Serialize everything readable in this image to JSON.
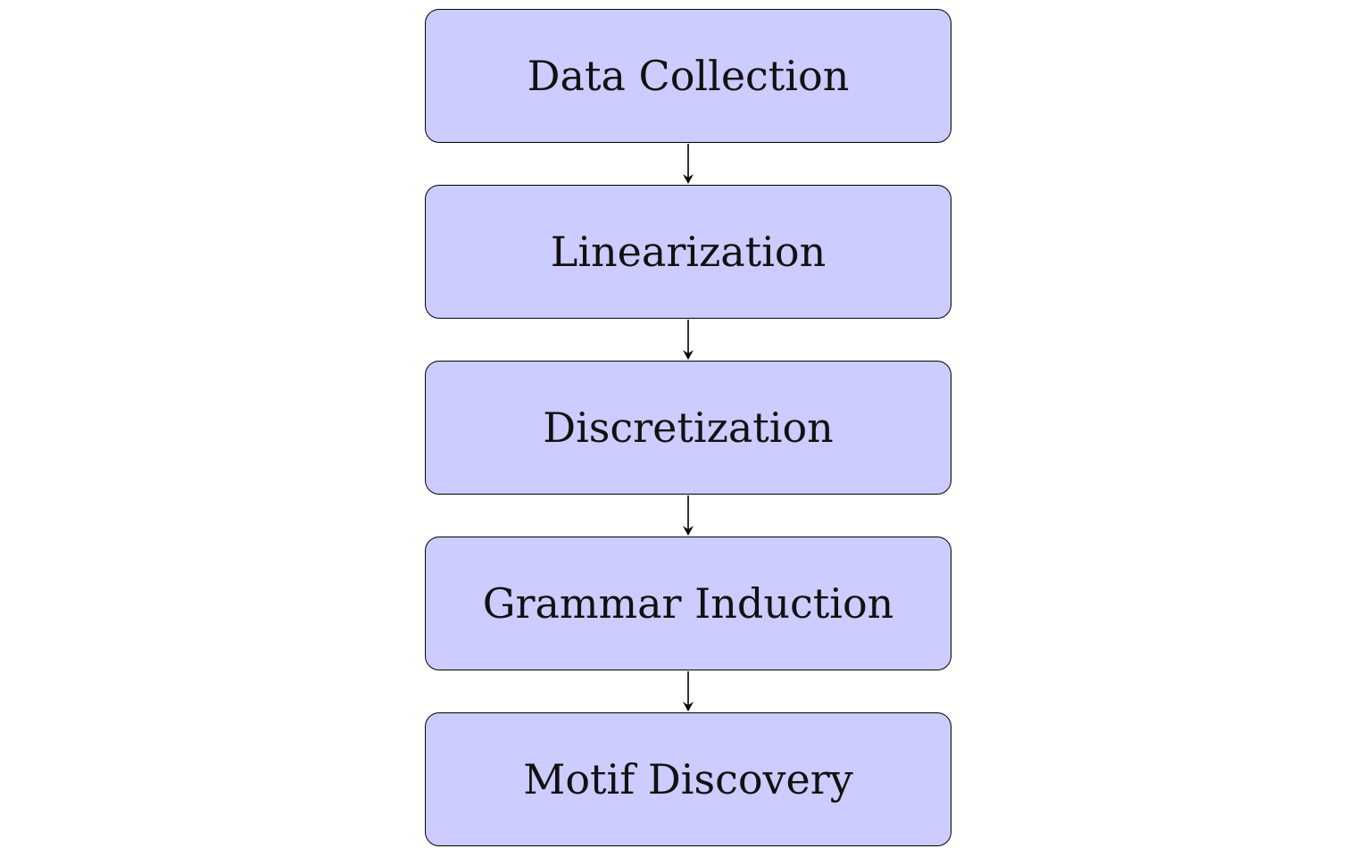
{
  "flowchart": {
    "colors": {
      "box_fill": "#ccccff",
      "box_border": "#000000",
      "arrow": "#000000",
      "text": "#111111"
    },
    "steps": [
      {
        "label": "Data Collection"
      },
      {
        "label": "Linearization"
      },
      {
        "label": "Discretization"
      },
      {
        "label": "Grammar Induction"
      },
      {
        "label": "Motif Discovery"
      }
    ]
  }
}
